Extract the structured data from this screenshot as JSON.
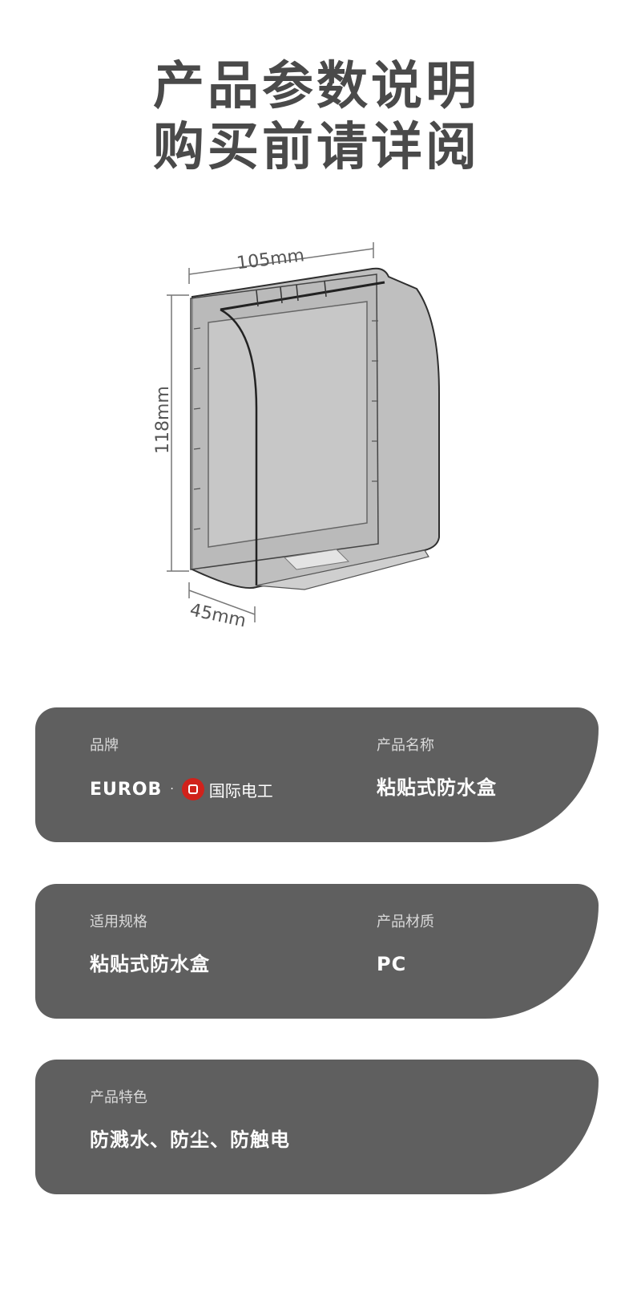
{
  "heading": {
    "line1": "产品参数说明",
    "line2": "购买前请详阅"
  },
  "dimensions": {
    "width": "105mm",
    "height": "118mm",
    "depth": "45mm"
  },
  "cards": [
    {
      "fields": [
        {
          "label": "品牌",
          "brand": {
            "latin": "EUROB",
            "separator": "·",
            "chinese": "国际电工",
            "seal_color": "#d0221b"
          }
        },
        {
          "label": "产品名称",
          "value": "粘贴式防水盒"
        }
      ]
    },
    {
      "fields": [
        {
          "label": "适用规格",
          "value": "粘贴式防水盒"
        },
        {
          "label": "产品材质",
          "value": "PC"
        }
      ]
    },
    {
      "fields": [
        {
          "label": "产品特色",
          "value": "防溅水、防尘、防触电"
        }
      ]
    }
  ],
  "colors": {
    "card_bg": "#5f5f5f",
    "heading": "#4a4a4a"
  }
}
